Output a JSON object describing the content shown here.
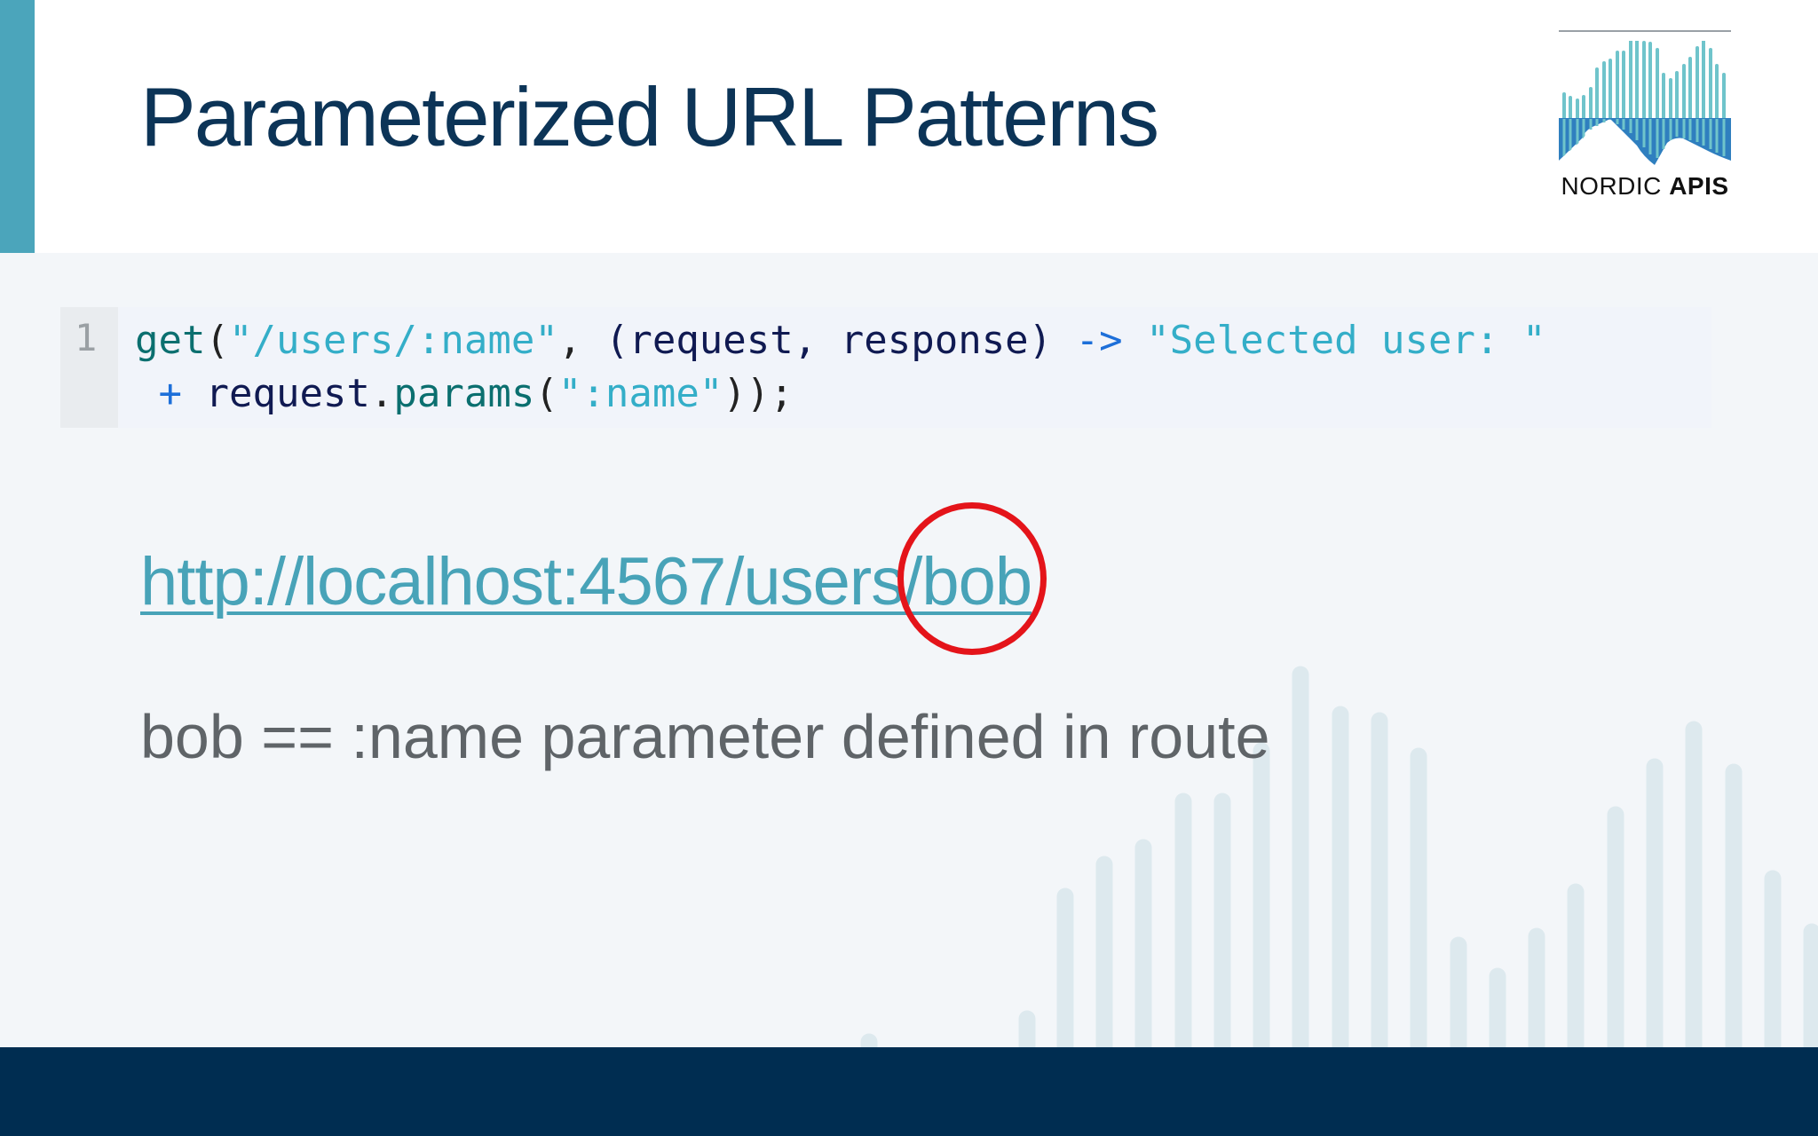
{
  "slide": {
    "title": "Parameterized URL Patterns",
    "accent_color": "#4ba5bb",
    "title_color": "#0c3457",
    "footer_color": "#002d51"
  },
  "logo": {
    "name_light": "NORDIC ",
    "name_bold": "APIS",
    "icon": "mountain-bars-logo-icon"
  },
  "code": {
    "line_number": "1",
    "line1": {
      "fn": "get",
      "open": "(",
      "path_str": "\"/users/:name\"",
      "comma": ", ",
      "params": "(request, response)",
      "arrow": " -> ",
      "msg_str": "\"Selected user: \""
    },
    "line2": {
      "plus": " + ",
      "obj": "request",
      "dot": ".",
      "method": "params",
      "open": "(",
      "arg_str": "\":name\"",
      "close": "));"
    }
  },
  "url": {
    "text": "http://localhost:4567/users/bob",
    "highlighted_segment": "/bob",
    "annotation_color": "#e4141a"
  },
  "explanation": "bob == :name parameter defined in route"
}
